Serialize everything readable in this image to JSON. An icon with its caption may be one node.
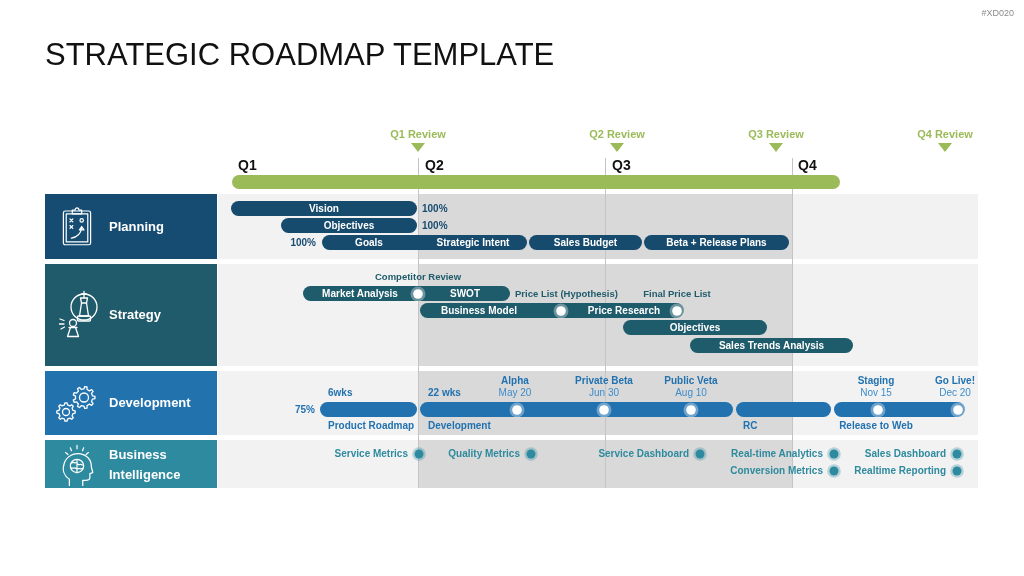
{
  "diagram": {
    "title": "STRATEGIC ROADMAP TEMPLATE",
    "nodes": [
      {
        "text": [],
        "shape": "bar",
        "beside": [
          "Q1",
          "Q2",
          "Q3",
          "Q4"
        ]
      },
      {
        "text": [
          "Planning"
        ]
      },
      {
        "text": [
          "Vision"
        ],
        "beside": [
          "100%"
        ]
      },
      {
        "text": [
          "Objectives"
        ],
        "beside": [
          "100%"
        ]
      },
      {
        "text": [
          "Goals",
          "Strategic Intent"
        ],
        "beside": [
          "100%"
        ]
      },
      {
        "text": [
          "Sales Budget"
        ]
      },
      {
        "text": [
          "Beta + Release Plans"
        ]
      },
      {
        "text": [
          "Strategy"
        ]
      },
      {
        "text": [
          "Market Analysis",
          "SWOT"
        ]
      },
      {
        "text": [
          "Business Model",
          "Price Research"
        ]
      },
      {
        "text": [
          "Objectives"
        ]
      },
      {
        "text": [
          "Sales Trends Analysis"
        ]
      },
      {
        "text": [
          "Development"
        ]
      },
      {
        "text": [],
        "shape": "bar",
        "beside": [
          "6wks",
          "75%",
          "Product Roadmap"
        ]
      },
      {
        "text": [],
        "shape": "bar",
        "beside": [
          "22 wks",
          "Alpha",
          "May 20",
          "Private Beta",
          "Jun 30",
          "Public Veta",
          "Aug 10",
          "Development"
        ]
      },
      {
        "text": [],
        "shape": "bar",
        "beside": [
          "RC"
        ]
      },
      {
        "text": [],
        "shape": "bar",
        "beside": [
          "Staging",
          "Nov 15",
          "Go Live!",
          "Dec 20",
          "Release to Web"
        ]
      },
      {
        "text": [
          "Business Intelligence"
        ]
      }
    ],
    "labels": [
      "#XD020",
      "Q1 Review",
      "Q2 Review",
      "Q3 Review",
      "Q4 Review",
      "Competitor Review",
      "Price List (Hypothesis)",
      "Final Price List",
      "Service Metrics",
      "Quality Metrics",
      "Service Dashboard",
      "Real-time Analytics",
      "Sales Dashboard",
      "Conversion Metrics",
      "Realtime Reporting"
    ]
  }
}
